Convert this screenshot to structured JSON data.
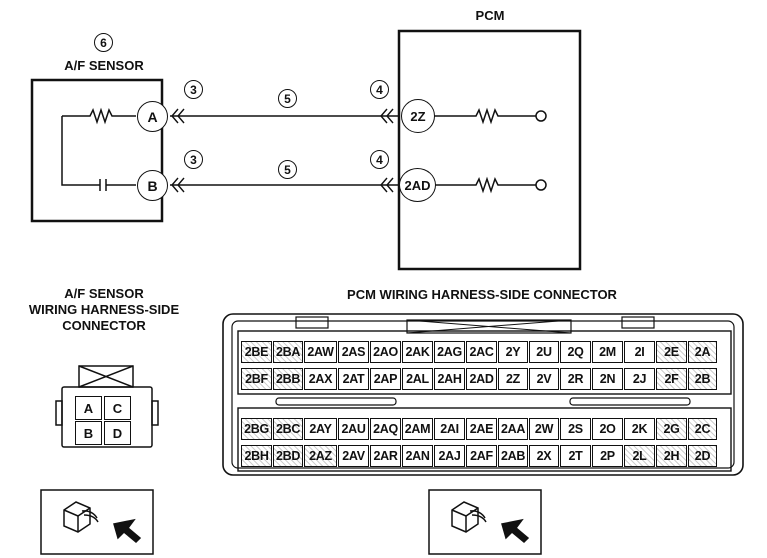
{
  "callouts": {
    "sensor_number": "6",
    "terminal_a_connector": "3",
    "terminal_b_connector": "3",
    "wire_upper": "5",
    "wire_lower": "5",
    "pcm_a_connector": "4",
    "pcm_b_connector": "4"
  },
  "sensor": {
    "title": "A/F SENSOR",
    "terminal_a": "A",
    "terminal_b": "B"
  },
  "pcm": {
    "title": "PCM",
    "terminal_upper": "2Z",
    "terminal_lower": "2AD"
  },
  "sensor_connector": {
    "caption_line1": "A/F SENSOR",
    "caption_line2": "WIRING HARNESS-SIDE",
    "caption_line3": "CONNECTOR",
    "cells": [
      "A",
      "C",
      "B",
      "D"
    ]
  },
  "pcm_connector": {
    "caption": "PCM WIRING HARNESS-SIDE CONNECTOR",
    "rows": [
      [
        "2BE",
        "2BA",
        "2AW",
        "2AS",
        "2AO",
        "2AK",
        "2AG",
        "2AC",
        "2Y",
        "2U",
        "2Q",
        "2M",
        "2I",
        "2E",
        "2A"
      ],
      [
        "2BF",
        "2BB",
        "2AX",
        "2AT",
        "2AP",
        "2AL",
        "2AH",
        "2AD",
        "2Z",
        "2V",
        "2R",
        "2N",
        "2J",
        "2F",
        "2B"
      ],
      [
        "2BG",
        "2BC",
        "2AY",
        "2AU",
        "2AQ",
        "2AM",
        "2AI",
        "2AE",
        "2AA",
        "2W",
        "2S",
        "2O",
        "2K",
        "2G",
        "2C"
      ],
      [
        "2BH",
        "2BD",
        "2AZ",
        "2AV",
        "2AR",
        "2AN",
        "2AJ",
        "2AF",
        "2AB",
        "2X",
        "2T",
        "2P",
        "2L",
        "2H",
        "2D"
      ]
    ]
  },
  "icons": {
    "connector_view": "harness-side-view-icon"
  }
}
